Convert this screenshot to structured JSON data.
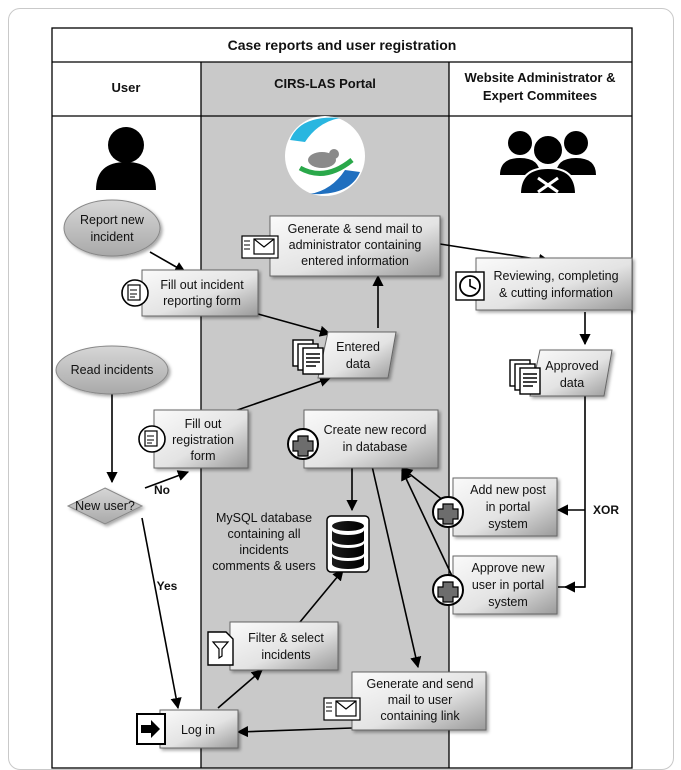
{
  "title": "Case reports and user registration",
  "lanes": {
    "user": "User",
    "portal": "CIRS-LAS Portal",
    "admin_line1": "Website Administrator &",
    "admin_line2": "Expert Commitees"
  },
  "nodes": {
    "report_new": [
      "Report new",
      "incident"
    ],
    "read_incidents": [
      "Read incidents"
    ],
    "fill_incident_form": [
      "Fill out incident",
      "reporting form"
    ],
    "fill_registration": [
      "Fill out",
      "registration",
      "form"
    ],
    "new_user": [
      "New user?"
    ],
    "generate_mail_admin": [
      "Generate & send mail to",
      "administrator containing",
      "entered information"
    ],
    "entered_data": [
      "Entered",
      "data"
    ],
    "create_record": [
      "Create new record",
      "in database"
    ],
    "mysql": [
      "MySQL database",
      "containing all",
      "incidents",
      "comments & users"
    ],
    "filter_select": [
      "Filter & select",
      "incidents"
    ],
    "generate_mail_user": [
      "Generate and send",
      "mail to user",
      "containing link"
    ],
    "log_in": [
      "Log in"
    ],
    "reviewing": [
      "Reviewing, completing",
      "& cutting information"
    ],
    "approved_data": [
      "Approved",
      "data"
    ],
    "add_post": [
      "Add new post",
      "in portal",
      "system"
    ],
    "approve_user": [
      "Approve new",
      "user in portal",
      "system"
    ]
  },
  "labels": {
    "no": "No",
    "yes": "Yes",
    "xor": "XOR"
  },
  "colors": {
    "portal_lane": "#c9c9c9",
    "box_light": "#f2f2f2",
    "box_dark": "#9c9c9c",
    "ellipse": "#bdbdbd"
  },
  "icons": [
    "user-icon",
    "portal-logo-icon",
    "admin-group-icon",
    "mail-icon",
    "form-icon",
    "documents-icon",
    "clock-icon",
    "plus-icon",
    "database-icon",
    "filter-doc-icon",
    "login-icon"
  ]
}
